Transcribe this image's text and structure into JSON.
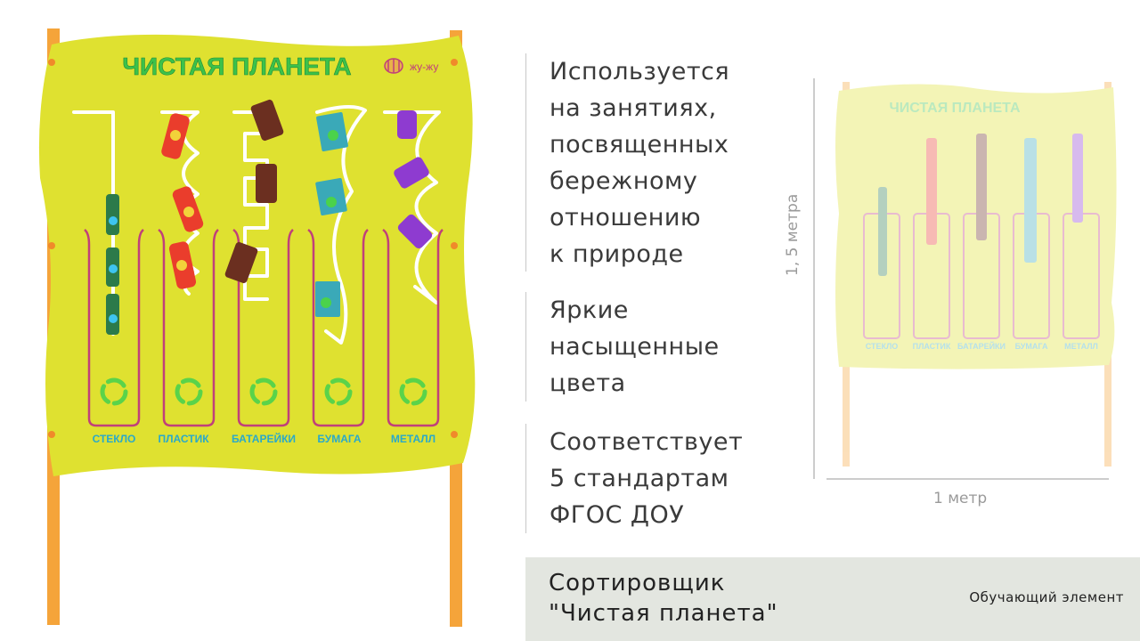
{
  "board": {
    "title": "ЧИСТАЯ ПЛАНЕТА",
    "brand": "жу-жу",
    "bins": [
      "СТЕКЛО",
      "ПЛАСТИК",
      "БАТАРЕЙКИ",
      "БУМАГА",
      "МЕТАЛЛ"
    ],
    "colors": {
      "panel": "#dfe130",
      "posts": "#f5a43a",
      "title": "#3cc24a",
      "bin_label": "#2aa9c9",
      "bin_outline": "#c0407a",
      "track": "#ffffff",
      "recycle": "#5ad34a",
      "glass": "#2c7a4a",
      "plastic": "#ea3d2c",
      "battery": "#6b2f20",
      "paper": "#3aa9b8",
      "metal": "#8e3bd0"
    },
    "icons": [
      "bee-icon",
      "recycle-icon",
      "bottle-icon",
      "battery-icon",
      "paper-icon",
      "can-icon"
    ]
  },
  "features": [
    {
      "lines": [
        "Используется",
        "на занятиях,",
        "посвященных",
        "бережному",
        "отношению",
        "к природе"
      ]
    },
    {
      "lines": [
        "Яркие",
        "насыщенные",
        "цвета"
      ]
    },
    {
      "lines": [
        "Соответствует",
        "5 стандартам",
        "ФГОС ДОУ"
      ]
    }
  ],
  "dimensions": {
    "height": "1, 5 метра",
    "width": "1 метр"
  },
  "footer": {
    "title_line1": "Сортировщик",
    "title_line2": "\"Чистая планета\"",
    "tag": "Обучающий элемент"
  }
}
